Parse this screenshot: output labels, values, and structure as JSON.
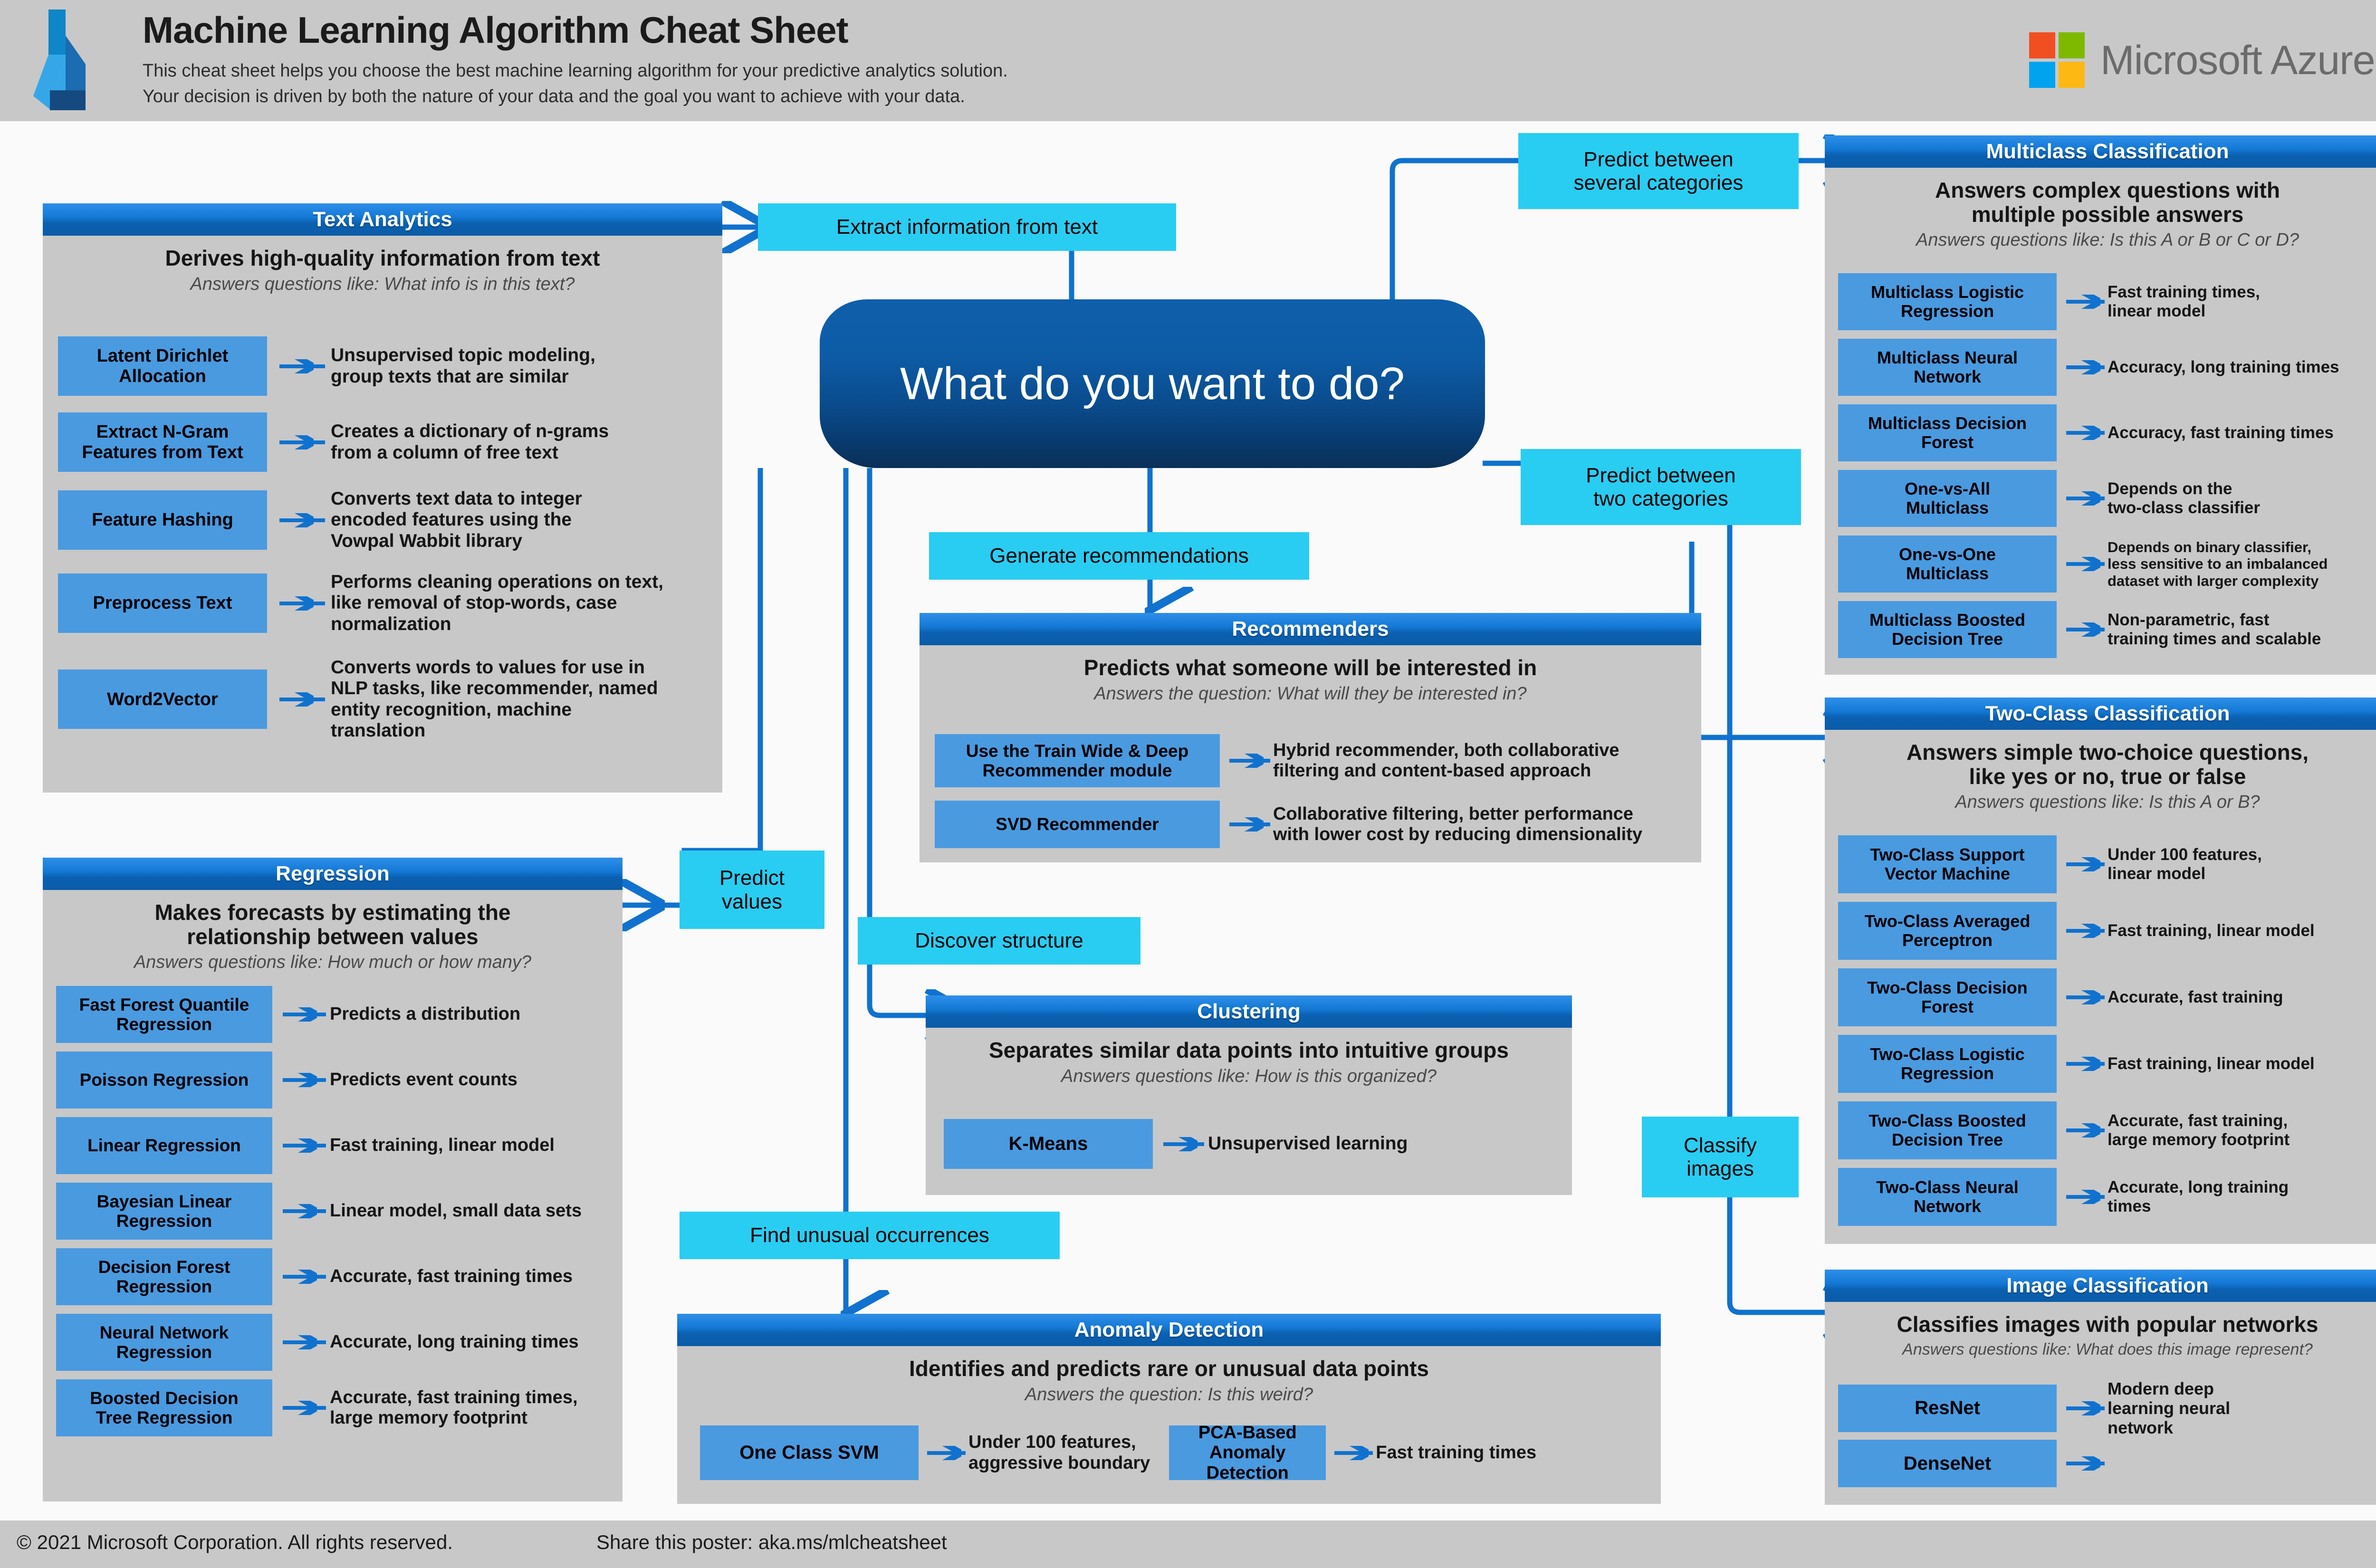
{
  "header": {
    "title": "Machine Learning Algorithm Cheat Sheet",
    "subtitle_line1": "This cheat sheet helps you choose the best machine learning algorithm for your predictive analytics solution.",
    "subtitle_line2": "Your decision is driven by both the nature of your data and the goal you want to achieve with your data.",
    "brand": "Microsoft Azure",
    "azure_logo_icon": "azure-logo-icon",
    "microsoft_logo_icon": "microsoft-squares-icon"
  },
  "footer": {
    "copyright": "© 2021 Microsoft Corporation. All rights reserved.",
    "share": "Share this poster: aka.ms/mlcheatsheet"
  },
  "hub": {
    "question": "What do you want to do?"
  },
  "branches": {
    "extract_text": "Extract information from text",
    "predict_several": "Predict between\nseveral categories",
    "predict_two": "Predict between\ntwo categories",
    "generate_recs": "Generate recommendations",
    "predict_values": "Predict\nvalues",
    "discover_structure": "Discover structure",
    "find_unusual": "Find unusual occurrences",
    "classify_images": "Classify\nimages"
  },
  "colors": {
    "panel_header_blue": "#0b60b0",
    "panel_body_gray": "#c8c8c8",
    "algo_box_blue": "#4a9ae0",
    "cyan_label": "#29cdf2",
    "wire_blue": "#1072ce",
    "hub_blue": "#0a4d8f",
    "header_gray": "#c8c8c8"
  },
  "panels": {
    "text_analytics": {
      "title": "Text Analytics",
      "headline": "Derives high-quality information from text",
      "question": "Answers questions like: What info is in this text?",
      "items": [
        {
          "name": "Latent Dirichlet\nAllocation",
          "desc": "Unsupervised topic modeling,\ngroup texts that are similar"
        },
        {
          "name": "Extract N-Gram\nFeatures from Text",
          "desc": "Creates a dictionary of n-grams\nfrom a column of free text"
        },
        {
          "name": "Feature Hashing",
          "desc": "Converts text data to integer\nencoded features using the\nVowpal Wabbit library"
        },
        {
          "name": "Preprocess Text",
          "desc": "Performs cleaning operations on text,\nlike removal of stop-words, case\nnormalization"
        },
        {
          "name": "Word2Vector",
          "desc": "Converts words to values for use in\nNLP tasks, like recommender, named\nentity recognition, machine\ntranslation"
        }
      ]
    },
    "regression": {
      "title": "Regression",
      "headline": "Makes forecasts by estimating the\nrelationship between values",
      "question": "Answers questions like: How much or how many?",
      "items": [
        {
          "name": "Fast Forest Quantile\nRegression",
          "desc": "Predicts a distribution"
        },
        {
          "name": "Poisson Regression",
          "desc": "Predicts event counts"
        },
        {
          "name": "Linear Regression",
          "desc": "Fast training, linear model"
        },
        {
          "name": "Bayesian Linear\nRegression",
          "desc": "Linear model, small data sets"
        },
        {
          "name": "Decision Forest\nRegression",
          "desc": "Accurate, fast training times"
        },
        {
          "name": "Neural Network\nRegression",
          "desc": "Accurate, long training times"
        },
        {
          "name": "Boosted Decision\nTree Regression",
          "desc": "Accurate, fast training times,\nlarge memory footprint"
        }
      ]
    },
    "recommenders": {
      "title": "Recommenders",
      "headline": "Predicts what someone will be interested in",
      "question": "Answers the question: What will they be interested in?",
      "items": [
        {
          "name": "Use the Train Wide & Deep\nRecommender module",
          "desc": "Hybrid recommender, both collaborative\nfiltering and content-based approach"
        },
        {
          "name": "SVD Recommender",
          "desc": "Collaborative filtering, better performance\nwith lower cost by reducing dimensionality"
        }
      ]
    },
    "clustering": {
      "title": "Clustering",
      "headline": "Separates similar data points into intuitive groups",
      "question": "Answers questions like: How is this organized?",
      "items": [
        {
          "name": "K-Means",
          "desc": "Unsupervised learning"
        }
      ]
    },
    "anomaly_detection": {
      "title": "Anomaly Detection",
      "headline": "Identifies and predicts rare or unusual data points",
      "question": "Answers the question: Is this weird?",
      "items": [
        {
          "name": "One Class SVM",
          "desc": "Under 100 features,\naggressive boundary"
        },
        {
          "name": "PCA-Based Anomaly\nDetection",
          "desc": "Fast training times"
        }
      ]
    },
    "multiclass_classification": {
      "title": "Multiclass Classification",
      "headline": "Answers complex questions with\nmultiple possible answers",
      "question": "Answers questions like: Is this A or B or C or D?",
      "items": [
        {
          "name": "Multiclass Logistic\nRegression",
          "desc": "Fast training times,\nlinear model"
        },
        {
          "name": "Multiclass Neural\nNetwork",
          "desc": "Accuracy, long training times"
        },
        {
          "name": "Multiclass Decision\nForest",
          "desc": "Accuracy, fast training times"
        },
        {
          "name": "One-vs-All\nMulticlass",
          "desc": "Depends on the\ntwo-class classifier"
        },
        {
          "name": "One-vs-One\nMulticlass",
          "desc": "Depends on binary classifier,\nless sensitive to an imbalanced\ndataset with larger complexity"
        },
        {
          "name": "Multiclass Boosted\nDecision Tree",
          "desc": "Non-parametric, fast\ntraining times and scalable"
        }
      ]
    },
    "two_class_classification": {
      "title": "Two-Class Classification",
      "headline": "Answers simple two-choice questions,\nlike yes or no, true or false",
      "question": "Answers questions like: Is this A or B?",
      "items": [
        {
          "name": "Two-Class Support\nVector Machine",
          "desc": "Under 100 features,\nlinear model"
        },
        {
          "name": "Two-Class Averaged\nPerceptron",
          "desc": "Fast training, linear model"
        },
        {
          "name": "Two-Class Decision\nForest",
          "desc": "Accurate, fast training"
        },
        {
          "name": "Two-Class Logistic\nRegression",
          "desc": "Fast training, linear model"
        },
        {
          "name": "Two-Class Boosted\nDecision Tree",
          "desc": "Accurate, fast training,\nlarge memory footprint"
        },
        {
          "name": "Two-Class Neural\nNetwork",
          "desc": "Accurate, long training\ntimes"
        }
      ]
    },
    "image_classification": {
      "title": "Image Classification",
      "headline": "Classifies images with popular networks",
      "question": "Answers questions like: What does this image represent?",
      "items": [
        {
          "name": "ResNet",
          "desc": "Modern deep\nlearning neural\nnetwork"
        },
        {
          "name": "DenseNet",
          "desc": ""
        }
      ]
    }
  }
}
